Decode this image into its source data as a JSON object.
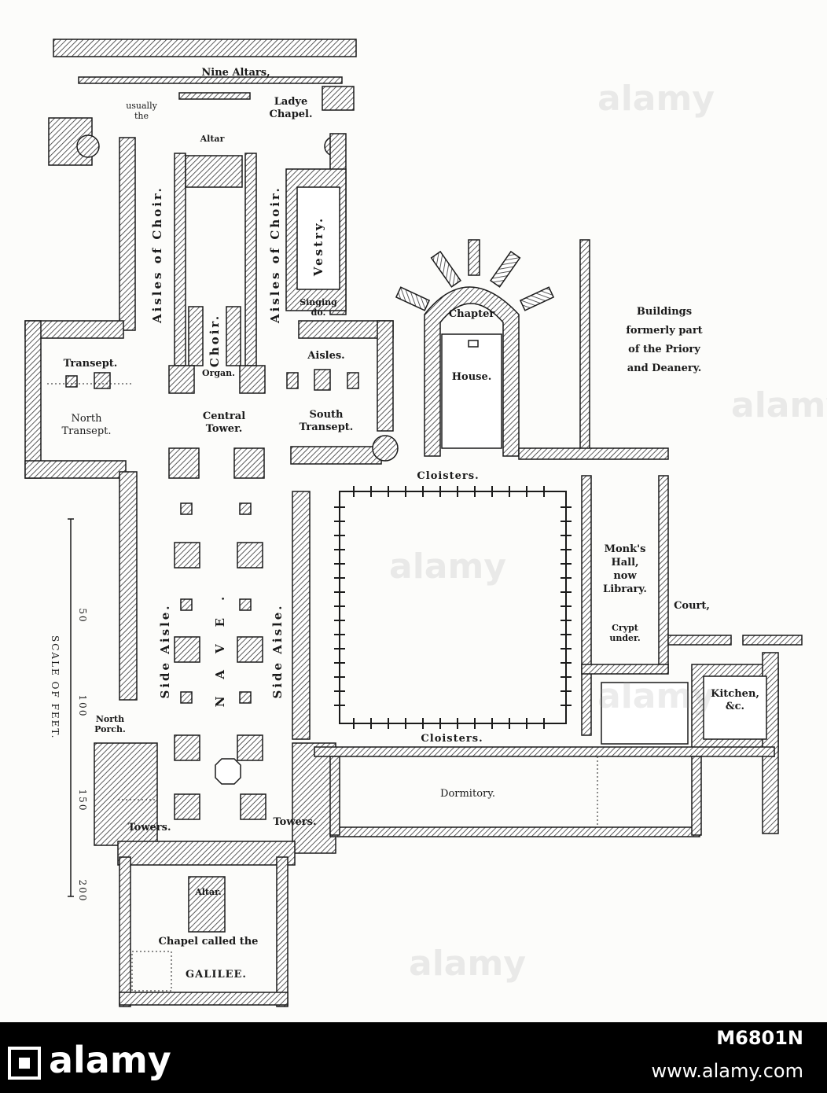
{
  "plan": {
    "labels": {
      "nine_altars": "Nine Altars,",
      "usually_the": "usually\nthe",
      "ladye_chapel": "Ladye\nChapel.",
      "altar_top": "Altar",
      "aisles_of_choir_left": "Aisles of Choir.",
      "aisles_of_choir_right": "Aisles of Choir.",
      "vestry": "Vestry.",
      "singing": "Singing\ndo.",
      "choir": "Choir.",
      "organ": "Organ.",
      "transept": "Transept.",
      "north_transept": "North\nTransept.",
      "central_tower": "Central\nTower.",
      "aisles": "Aisles.",
      "south_transept": "South\nTransept.",
      "chapter": "Chapter",
      "house": "House.",
      "buildings": "Buildings\nformerly part\nof the Priory\nand Deanery.",
      "cloisters_top": "Cloisters.",
      "cloisters_bottom": "Cloisters.",
      "monks_hall": "Monk's\nHall,\nnow\nLibrary.",
      "crypt": "Crypt\nunder.",
      "court": "Court,",
      "kitchen": "Kitchen,\n&c.",
      "side_aisle_left": "Side Aisle.",
      "side_aisle_right": "Side Aisle.",
      "nave": "NAVE.",
      "north_porch": "North\nPorch.",
      "towers_left": "Towers.",
      "towers_right": "Towers.",
      "dormitory": "Dormitory.",
      "altar_bottom": "Altar.",
      "chapel_called": "Chapel called the",
      "galilee": "GALILEE."
    },
    "scale": {
      "title": "SCALE OF FEET.",
      "ticks": [
        "50",
        "100",
        "150",
        "200"
      ]
    },
    "watermarks": [
      "alamy",
      "alamy",
      "alamy",
      "alamy",
      "alamy"
    ]
  },
  "footer": {
    "brand": "alamy",
    "image_id": "M6801N",
    "url": "www.alamy.com"
  },
  "colors": {
    "ink": "#1a1a1a",
    "paper": "#fcfcfa",
    "footer_bg": "#000000",
    "footer_text": "#ffffff"
  }
}
